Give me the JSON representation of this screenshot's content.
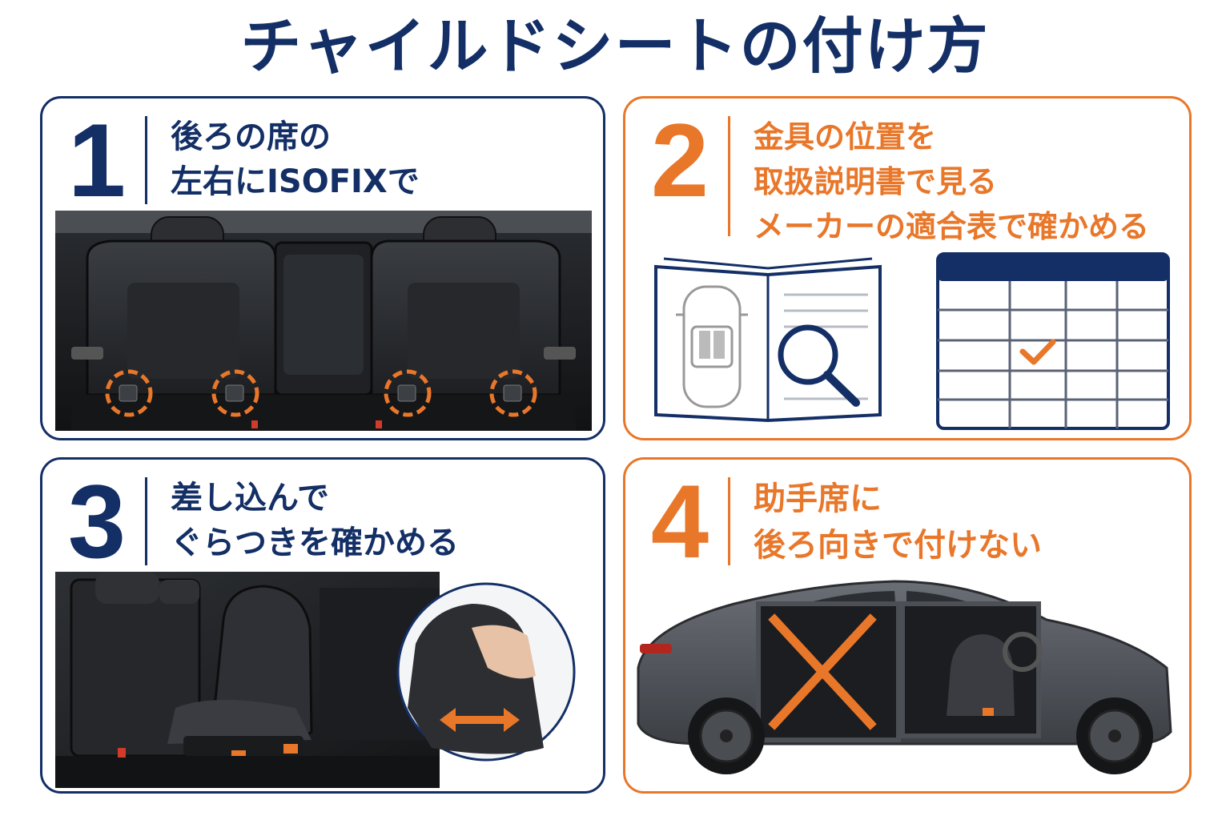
{
  "title": "チャイルドシートの付け方",
  "colors": {
    "navy": "#132f66",
    "orange": "#e9772a"
  },
  "steps": [
    {
      "number": "1",
      "lines": [
        "後ろの席の",
        "左右にISOFIXで"
      ],
      "illustration": "rear-seat-isofix-anchors"
    },
    {
      "number": "2",
      "lines": [
        "金具の位置を",
        "取扱説明書で見る",
        "メーカーの適合表で確かめる"
      ],
      "illustration": "manual-magnifier-and-compatibility-table"
    },
    {
      "number": "3",
      "lines": [
        "差し込んで",
        "ぐらつきを確かめる"
      ],
      "illustration": "child-seat-wiggle-test"
    },
    {
      "number": "4",
      "lines": [
        "助手席に",
        "後ろ向きで付けない"
      ],
      "illustration": "car-front-seat-cross-mark"
    }
  ]
}
